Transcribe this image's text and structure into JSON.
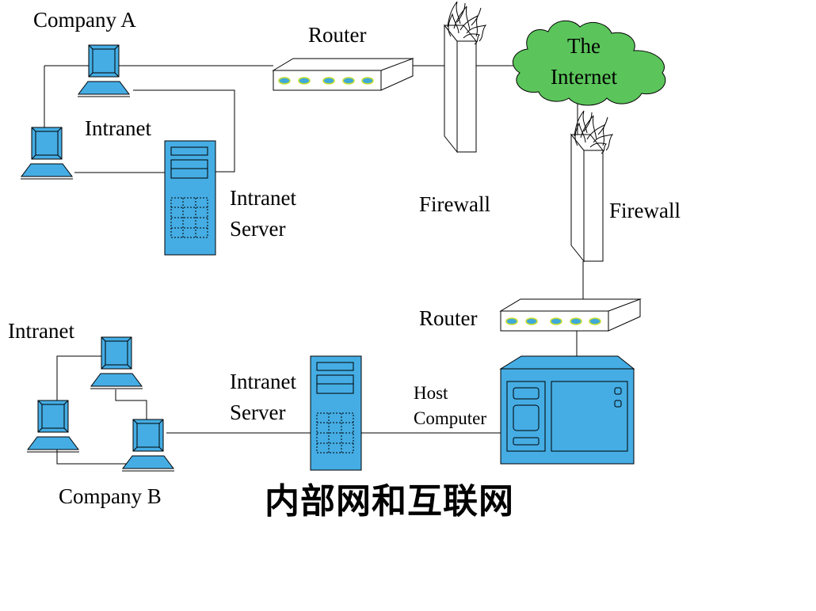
{
  "colors": {
    "device": "#45ADE4",
    "cloud": "#5BC55B",
    "line": "#000000",
    "led": "#3FA9D8",
    "led_ring": "#C7DE2E"
  },
  "labels": {
    "company_a": "Company A",
    "company_b": "Company B",
    "intranet_a": "Intranet",
    "intranet_b": "Intranet",
    "router_top": "Router",
    "router_right": "Router",
    "firewall_left": "Firewall",
    "firewall_right": "Firewall",
    "intranet_server_a_line1": "Intranet",
    "intranet_server_a_line2": "Server",
    "intranet_server_b_line1": "Intranet",
    "intranet_server_b_line2": "Server",
    "internet_line1": "The",
    "internet_line2": "Internet",
    "host_line1": "Host",
    "host_line2": "Computer",
    "title": "内部网和互联网"
  },
  "icons": {
    "workstation": "desktop-computer-icon",
    "server": "tower-server-icon",
    "router": "router-icon",
    "firewall": "firewall-icon",
    "cloud": "internet-cloud-icon",
    "host": "host-computer-icon"
  }
}
